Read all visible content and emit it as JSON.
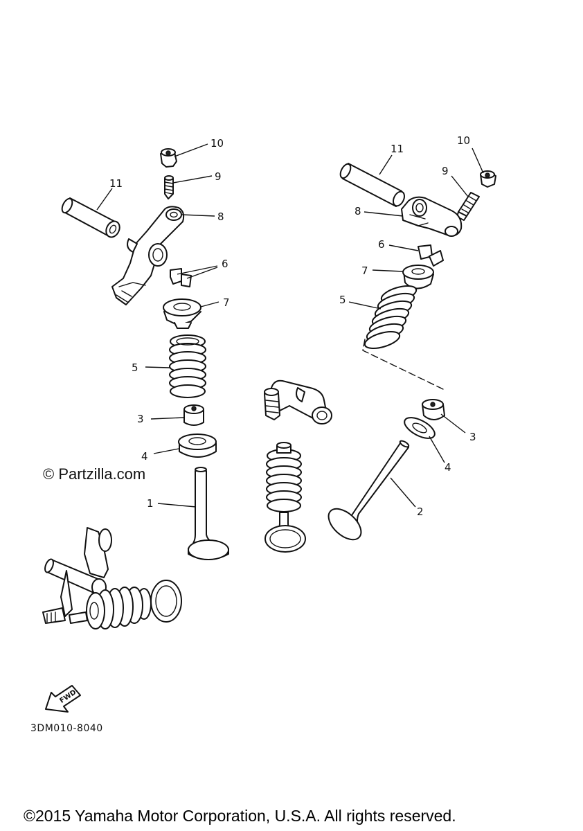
{
  "callouts": {
    "l1": "1",
    "l3": "3",
    "l4": "4",
    "l5": "5",
    "l6": "6",
    "l7": "7",
    "l8": "8",
    "l9": "9",
    "l10": "10",
    "l11": "11",
    "r2": "2",
    "r3": "3",
    "r4": "4",
    "r5": "5",
    "r6": "6",
    "r7": "7",
    "r8": "8",
    "r9": "9",
    "r10": "10",
    "r11": "11"
  },
  "fwd_label": "FWD",
  "diagram_code": "3DM010-8040",
  "watermark": "© Partzilla.com",
  "copyright": "©2015 Yamaha Motor Corporation, U.S.A. All rights reserved."
}
